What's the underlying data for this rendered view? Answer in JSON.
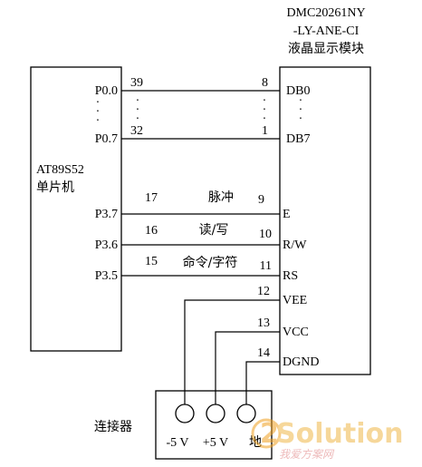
{
  "lcd": {
    "title_line1": "DMC20261NY",
    "title_line2": "-LY-ANE-CI",
    "title_line3": "液晶显示模块",
    "pins": {
      "db0": "DB0",
      "db7": "DB7",
      "e": "E",
      "rw": "R/W",
      "rs": "RS",
      "vee": "VEE",
      "vcc": "VCC",
      "dgnd": "DGND"
    }
  },
  "mcu": {
    "name_line1": "AT89S52",
    "name_line2": "单片机",
    "ports": {
      "p00": "P0.0",
      "p07": "P0.7",
      "p37": "P3.7",
      "p36": "P3.6",
      "p35": "P3.5"
    }
  },
  "wires": {
    "db0": {
      "mcu_pin": "39",
      "lcd_pin": "8"
    },
    "db7": {
      "mcu_pin": "32",
      "lcd_pin": "1"
    },
    "e": {
      "mcu_pin": "17",
      "lcd_pin": "9",
      "signal": "脉冲"
    },
    "rw": {
      "mcu_pin": "16",
      "lcd_pin": "10",
      "signal": "读/写"
    },
    "rs": {
      "mcu_pin": "15",
      "lcd_pin": "11",
      "signal": "命令/字符"
    },
    "vee": {
      "lcd_pin": "12"
    },
    "vcc": {
      "lcd_pin": "13"
    },
    "dgnd": {
      "lcd_pin": "14"
    }
  },
  "dots": "·",
  "connector": {
    "label": "连接器",
    "terminals": {
      "neg5v": "-5 V",
      "pos5v": "+5 V",
      "gnd": "地"
    }
  },
  "watermark": {
    "brand_prefix": "2",
    "brand_main": "Solution",
    "tagline": "我爱方案网"
  }
}
